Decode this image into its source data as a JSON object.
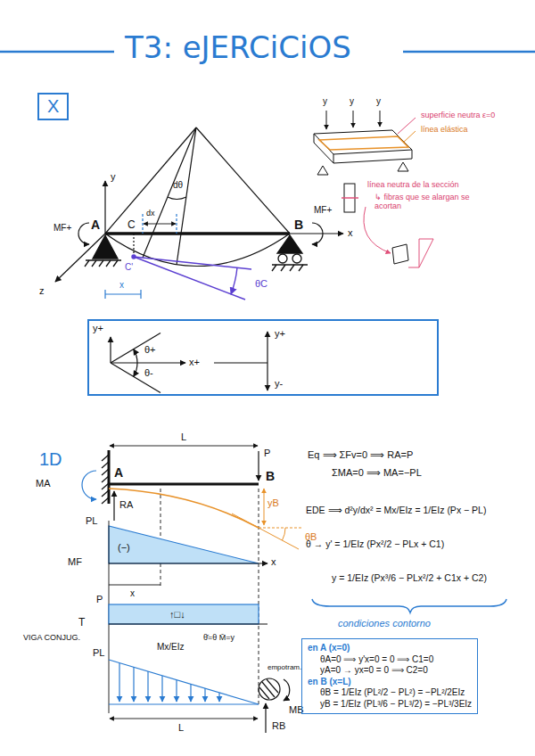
{
  "diagram": {
    "title": "T3: eJERCiCiOS",
    "nodes": [
      {
        "text": [
          "X"
        ]
      },
      {
        "text": [
          "y+",
          "θ+",
          "θ-",
          "x+",
          "y+",
          "y-"
        ]
      },
      {
        "text": [
          "condiciones contorno",
          "en A (x=0)",
          "θA=0 ⟹ y'x=0 = 0 ⟹ C1=0",
          "yA=0 → yx=0 = 0 ⟹ C2=0",
          "en B (x=L)",
          "θB = 1/EIz (PL²/2 − PL²) = −PL²/2EIz",
          "yB = 1/EIz (PL³/6 − PL³/2) = −PL³/3EIz"
        ]
      }
    ],
    "labels": [
      "y",
      "z",
      "x",
      "A",
      "B",
      "C",
      "C'",
      "MF+",
      "MF+",
      "dx",
      "x",
      "dθ",
      "θC",
      "y",
      "y",
      "y",
      "superficie neutra ε=0",
      "línea elástica",
      "línea neutra de la sección",
      "↳ fibras que se alargan se acortan",
      "1D",
      "L",
      "A",
      "B",
      "P",
      "MA",
      "RA",
      "yB",
      "θB",
      "PL",
      "MF",
      "(−)",
      "x",
      "x",
      "P",
      "T",
      "↑□↓",
      "VIGA CONJUG.",
      "PL",
      "Mx/EIz",
      "θ̄=θ M̄=y",
      "empotram.",
      "MB",
      "RB",
      "L",
      "Eq ⟹ ΣFv=0 ⟹ RA=P",
      "ΣMA=0 ⟹ MA=−PL",
      "EDE ⟹ d²y/dx² = Mx/EIz = 1/EIz (Px − PL)",
      "θ → y' = 1/EIz (Px²/2 − PLx + C1)",
      "y = 1/EIz (Px³/6 − PLx²/2 + C1x + C2)"
    ]
  }
}
